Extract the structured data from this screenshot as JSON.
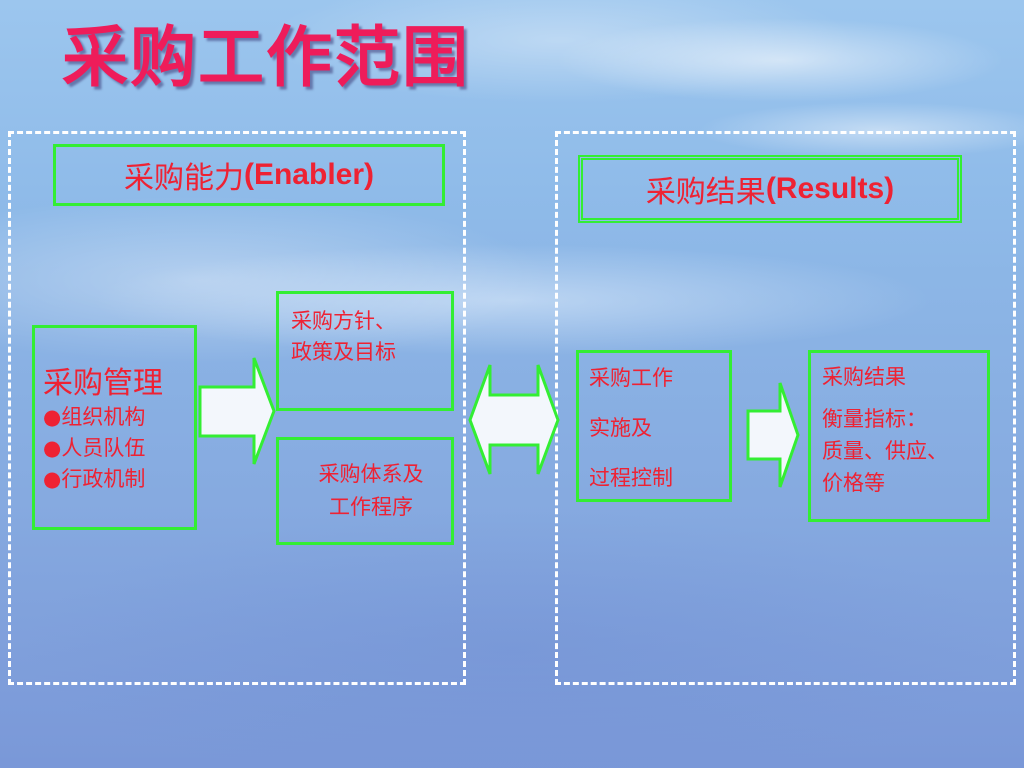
{
  "title": "采购工作范围",
  "enabler": {
    "heading_cn": "采购能力",
    "heading_en": "(Enabler)",
    "management": {
      "title": "采购管理",
      "items": [
        "●组织机构",
        "●人员队伍",
        "●行政机制"
      ]
    },
    "policy": {
      "line1": "采购方针、",
      "line2": "政策及目标"
    },
    "system": {
      "line1": "采购体系及",
      "line2": "工作程序"
    }
  },
  "results": {
    "heading_cn": "采购结果",
    "heading_en": "(Results)",
    "implementation": {
      "line1": "采购工作",
      "line2": "实施及",
      "line3": "过程控制"
    },
    "outcome": {
      "line1": "采购结果",
      "line2": "衡量指标：",
      "line3": "质量、供应、",
      "line4": "价格等"
    }
  },
  "colors": {
    "title": "#ee1c5a",
    "text": "#ee2233",
    "box_border": "#33ee33",
    "panel_border": "#ffffff"
  }
}
